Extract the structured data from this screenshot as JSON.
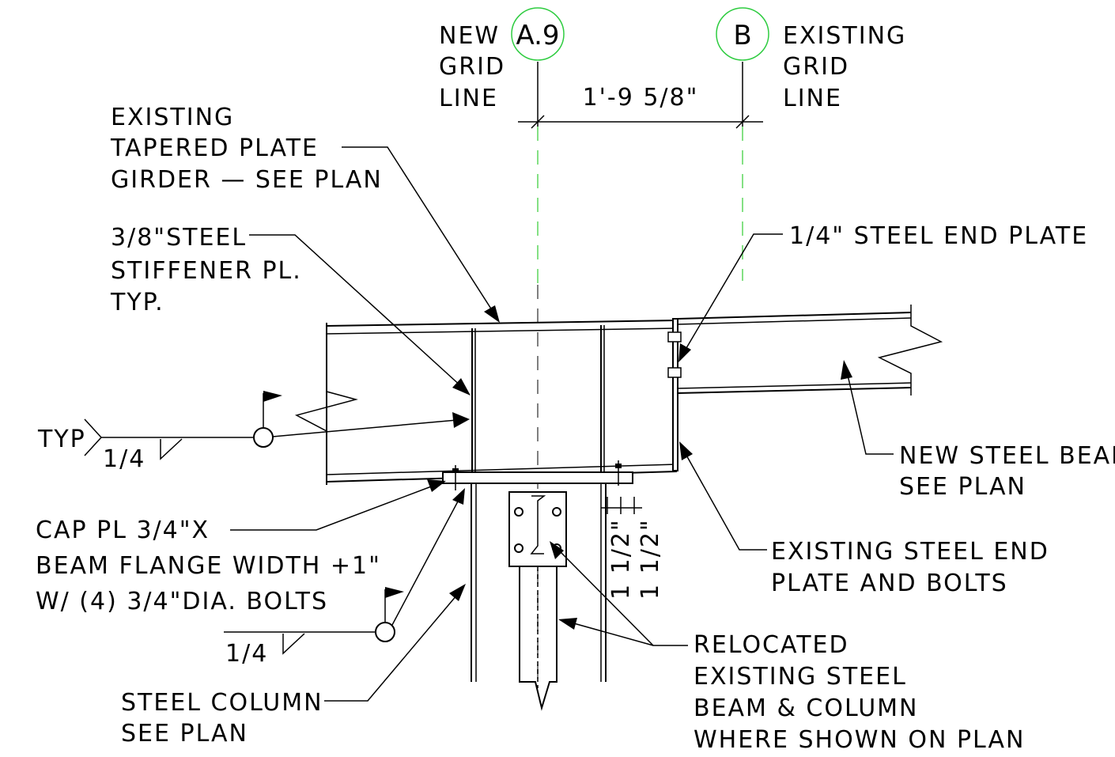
{
  "grid": {
    "a9": {
      "bubble": "A.9",
      "label": [
        "NEW",
        "GRID",
        "LINE"
      ]
    },
    "b": {
      "bubble": "B",
      "label": [
        "EXISTING",
        "GRID",
        "LINE"
      ]
    },
    "dimension": "1'-9 5/8\""
  },
  "notes": {
    "girder": [
      "EXISTING",
      "TAPERED PLATE",
      "GIRDER — SEE PLAN"
    ],
    "stiffener": [
      "3/8\"STEEL",
      "STIFFENER PL.",
      "TYP."
    ],
    "end_plate": "1/4\" STEEL END PLATE",
    "new_beam": [
      "NEW STEEL BEAM",
      "SEE PLAN"
    ],
    "existing_end_plate": [
      "EXISTING STEEL END",
      "PLATE AND BOLTS"
    ],
    "cap_plate": [
      "CAP PL 3/4\"X",
      "BEAM FLANGE WIDTH +1\"",
      "W/ (4) 3/4\"DIA. BOLTS"
    ],
    "column": [
      "STEEL COLUMN",
      "SEE PLAN"
    ],
    "relocated": [
      "RELOCATED",
      "EXISTING STEEL",
      "BEAM & COLUMN",
      "WHERE SHOWN ON PLAN"
    ]
  },
  "welds": {
    "typ_label": "TYP",
    "typ_size": "1/4",
    "cap_size": "1/4"
  },
  "bolt_spacing": [
    "1 1/2\"",
    "1 1/2\""
  ]
}
